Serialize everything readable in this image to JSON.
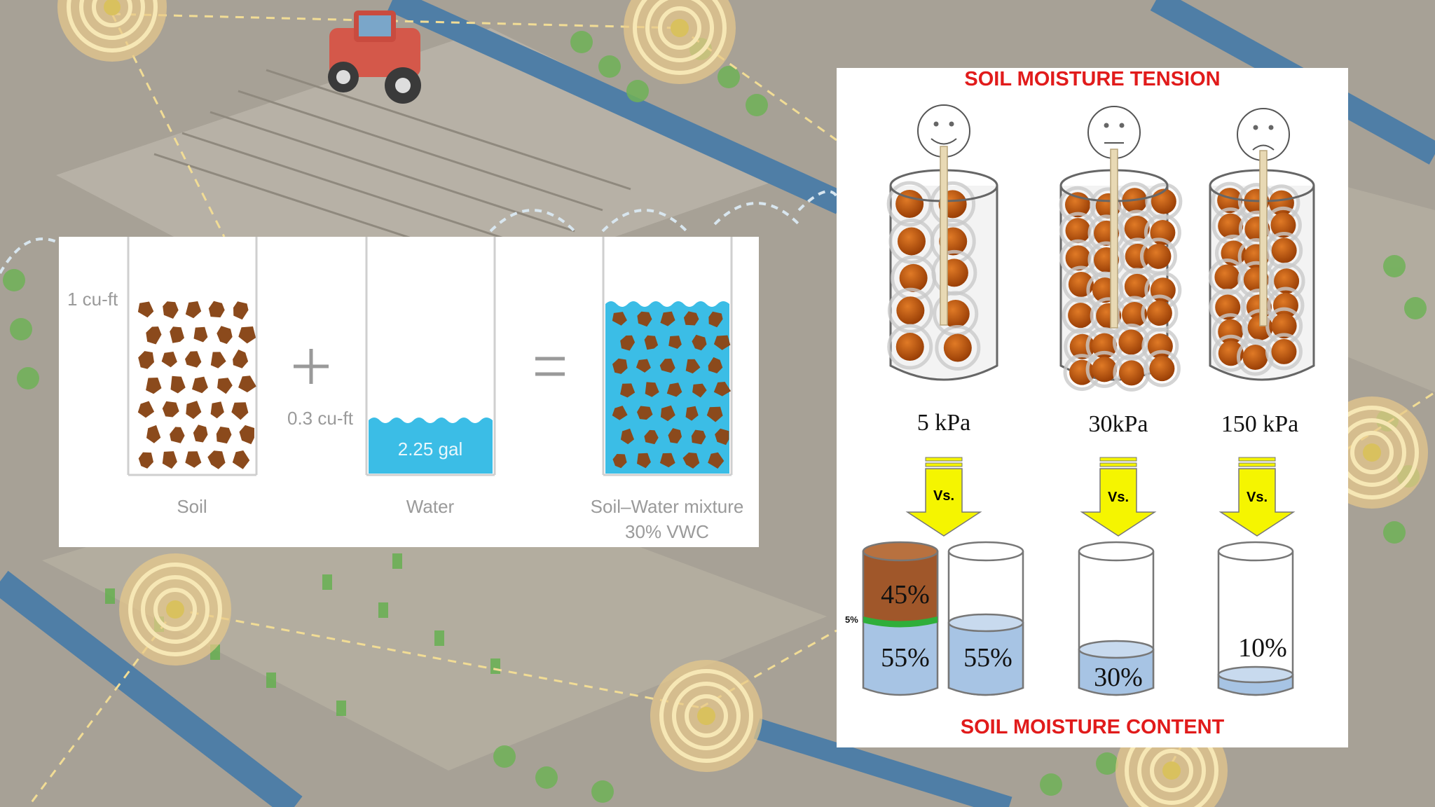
{
  "vwc_diagram": {
    "soil_volume": "1 cu-ft",
    "water_volume": "0.3 cu-ft",
    "water_amount": "2.25 gal",
    "plus_symbol": "+",
    "equals_symbol": "=",
    "labels": {
      "soil": "Soil",
      "water": "Water",
      "mixture_line1": "Soil–Water mixture",
      "mixture_line2": "30% VWC"
    },
    "colors": {
      "soil": "#8b4a1c",
      "water": "#3bbde6"
    }
  },
  "tension_diagram": {
    "title_top": "SOIL MOISTURE TENSION",
    "title_bottom": "SOIL MOISTURE CONTENT",
    "columns": [
      {
        "pressure": "5 kPa",
        "face": "happy",
        "vs_label": "Vs."
      },
      {
        "pressure": "30kPa",
        "face": "neutral",
        "vs_label": "Vs."
      },
      {
        "pressure": "150 kPa",
        "face": "sad",
        "vs_label": "Vs."
      }
    ],
    "beakers": {
      "first_soil": "45%",
      "first_air": "5%",
      "first_water": "55%",
      "second_water": "55%",
      "third_water": "30%",
      "fourth_water": "10%"
    },
    "colors": {
      "title": "#e11b1b",
      "arrow": "#f5f500",
      "particle": "#c0580f",
      "water": "#9bbde0"
    }
  }
}
